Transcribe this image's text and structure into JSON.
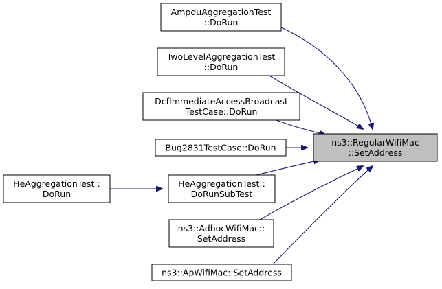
{
  "graph": {
    "target": {
      "id": "target",
      "lines": [
        "ns3::RegularWifiMac",
        "::SetAddress"
      ],
      "highlighted": true
    },
    "callers": [
      {
        "id": "ampdu",
        "lines": [
          "AmpduAggregationTest",
          "::DoRun"
        ]
      },
      {
        "id": "twolevel",
        "lines": [
          "TwoLevelAggregationTest",
          "::DoRun"
        ]
      },
      {
        "id": "dcf",
        "lines": [
          "DcfImmediateAccessBroadcast",
          "TestCase::DoRun"
        ]
      },
      {
        "id": "bug2831",
        "lines": [
          "Bug2831TestCase::DoRun"
        ]
      },
      {
        "id": "hesub",
        "lines": [
          "HeAggregationTest::",
          "DoRunSubTest"
        ]
      },
      {
        "id": "adhoc",
        "lines": [
          "ns3::AdhocWifiMac::",
          "SetAddress"
        ]
      },
      {
        "id": "ap",
        "lines": [
          "ns3::ApWifiMac::SetAddress"
        ]
      },
      {
        "id": "herun",
        "lines": [
          "HeAggregationTest::",
          "DoRun"
        ]
      }
    ],
    "edges": [
      {
        "from": "ampdu",
        "to": "target"
      },
      {
        "from": "twolevel",
        "to": "target"
      },
      {
        "from": "dcf",
        "to": "target"
      },
      {
        "from": "bug2831",
        "to": "target"
      },
      {
        "from": "hesub",
        "to": "target"
      },
      {
        "from": "adhoc",
        "to": "target"
      },
      {
        "from": "ap",
        "to": "target"
      },
      {
        "from": "herun",
        "to": "hesub"
      }
    ],
    "colors": {
      "edge": "#191970",
      "node_border": "#000000",
      "node_fill": "#ffffff",
      "target_fill": "#bfbfbf"
    }
  }
}
